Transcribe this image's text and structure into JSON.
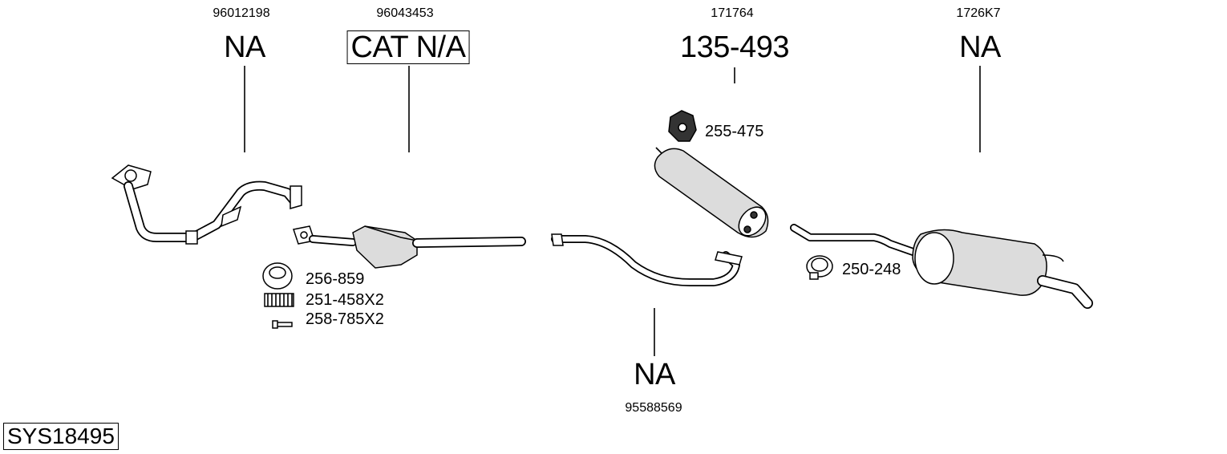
{
  "diagram": {
    "system_code": "SYS18495",
    "parts": [
      {
        "oe_number": "96012198",
        "part_number": "NA"
      },
      {
        "oe_number": "96043453",
        "part_number": "CAT N/A"
      },
      {
        "oe_number": "171764",
        "part_number": "135-493"
      },
      {
        "oe_number": "1726K7",
        "part_number": "NA"
      },
      {
        "oe_number": "95588569",
        "part_number": "NA"
      }
    ],
    "accessories": [
      {
        "label": "256-859"
      },
      {
        "label": "251-458X2"
      },
      {
        "label": "258-785X2"
      },
      {
        "label": "255-475"
      },
      {
        "label": "250-248"
      }
    ]
  }
}
